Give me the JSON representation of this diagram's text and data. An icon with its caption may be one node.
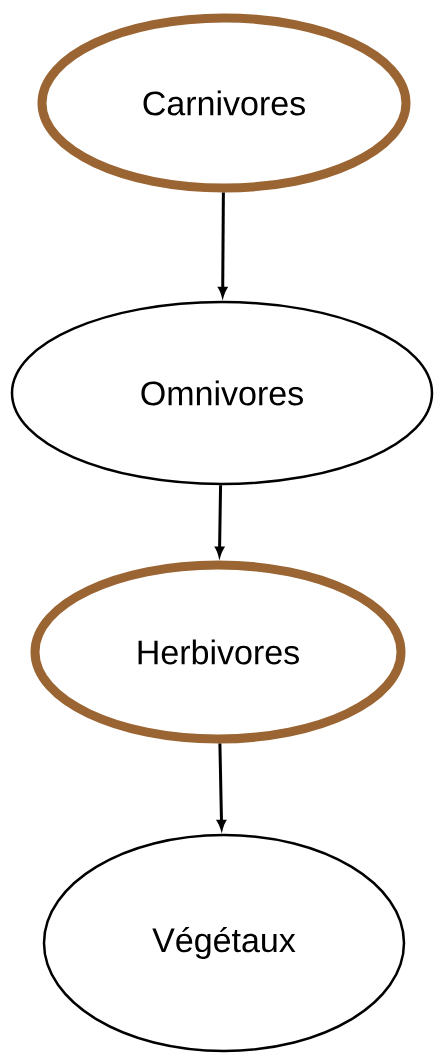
{
  "diagram": {
    "nodes": [
      {
        "text": [
          "Carnivores"
        ]
      },
      {
        "text": [
          "Omnivores"
        ]
      },
      {
        "text": [
          "Herbivores"
        ]
      },
      {
        "text": [
          "Végétaux"
        ]
      }
    ],
    "edges": [
      {
        "from": 0,
        "to": 1,
        "arrow": "to"
      },
      {
        "from": 1,
        "to": 2,
        "arrow": "to"
      },
      {
        "from": 2,
        "to": 3,
        "arrow": "to"
      }
    ]
  }
}
